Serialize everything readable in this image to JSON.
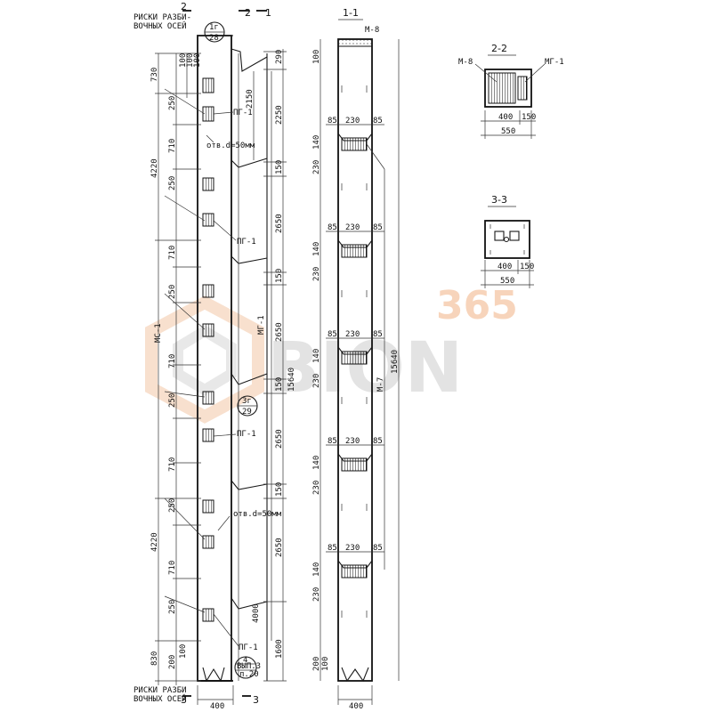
{
  "watermark": {
    "number": "365",
    "word": "BION"
  },
  "elevation_left": {
    "section_marks": [
      "2",
      "2",
      "1",
      "3",
      "3"
    ],
    "top_note": [
      "РИСКИ РАЗБИ-",
      "ВОЧНЫХ ОСЕЙ"
    ],
    "bottom_note": [
      "РИСКИ РАЗБИ",
      "ВОЧНЫХ ОСЕЙ"
    ],
    "callout_top": {
      "top": "1г",
      "bottom": "28"
    },
    "callout_mid": {
      "top": "3г",
      "bottom": "29"
    },
    "callout_bot": {
      "top": "4",
      "mid": "ВЫП.3",
      "bottom": "л.20"
    },
    "labels": {
      "mc": "МС-1",
      "mg": "МГ-1",
      "pg": "ПГ-1",
      "hole_top": "отв.d=50мм",
      "hole_bot": "отв.d=50мм"
    },
    "left_dims_outer": [
      "730",
      "4220",
      "4220",
      "830"
    ],
    "left_dims_inner": [
      "250",
      "710",
      "250",
      "710",
      "250",
      "710",
      "250",
      "710",
      "250",
      "710",
      "250",
      "200",
      "100"
    ],
    "top_small": [
      "100",
      "100",
      "100"
    ],
    "right_dims": [
      "290",
      "2250",
      "150",
      "2650",
      "150",
      "2650",
      "150",
      "2650",
      "150",
      "2650",
      "1600"
    ],
    "right_inner": [
      "2150",
      "4000"
    ],
    "right_total": "15640",
    "bottom_width": "400"
  },
  "section_1_1": {
    "title": "1-1",
    "top_label": "М-8",
    "side_label": "М-7",
    "total": "15640",
    "width_dims": [
      "85",
      "230",
      "85"
    ],
    "left_dims": [
      "100",
      "140",
      "230",
      "140",
      "230",
      "140",
      "230",
      "140",
      "230",
      "140",
      "230",
      "200",
      "100"
    ],
    "bottom_width": "400"
  },
  "section_2_2": {
    "title": "2-2",
    "labels": [
      "М-8",
      "МГ-1"
    ],
    "dims": [
      "400",
      "150",
      "550"
    ]
  },
  "section_3_3": {
    "title": "3-3",
    "dims": [
      "400",
      "150",
      "550"
    ]
  }
}
